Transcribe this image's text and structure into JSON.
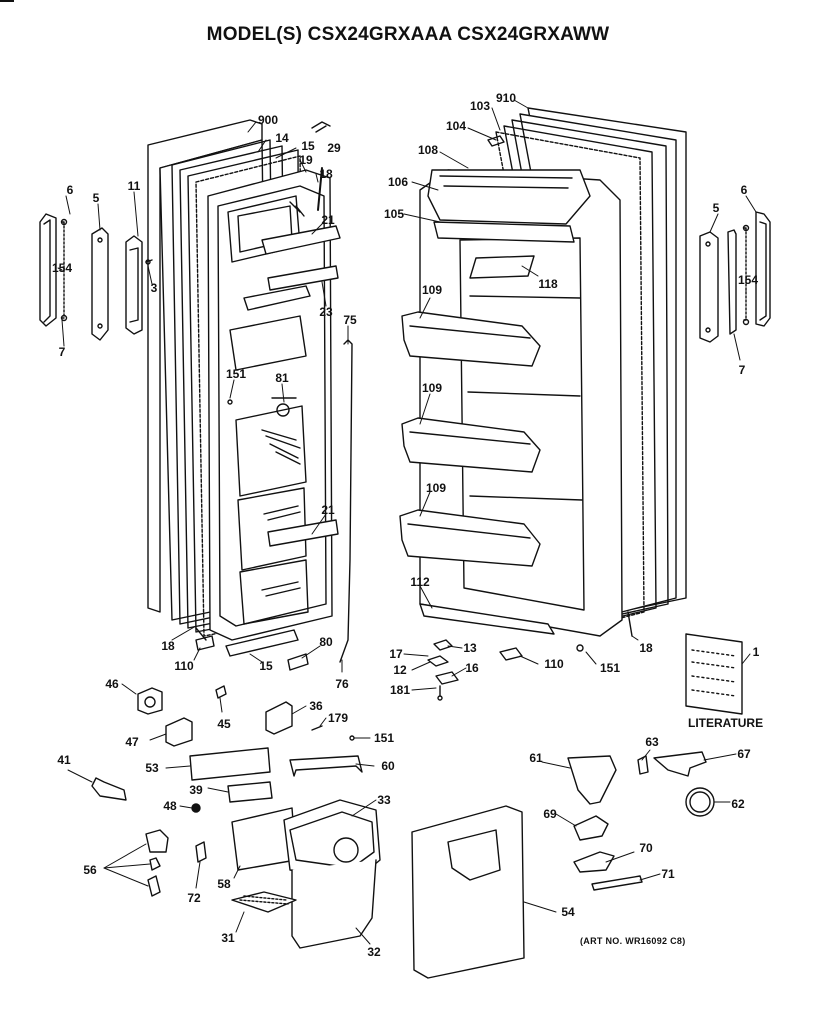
{
  "title": "MODEL(S) CSX24GRXAAA  CSX24GRXAWW",
  "literature_label": "LITERATURE",
  "art_number": "(ART NO. WR16092 C8)",
  "callouts": [
    {
      "id": "c900",
      "text": "900"
    },
    {
      "id": "c14",
      "text": "14"
    },
    {
      "id": "c15a",
      "text": "15"
    },
    {
      "id": "c29",
      "text": "29"
    },
    {
      "id": "c19",
      "text": "19"
    },
    {
      "id": "c18a",
      "text": "18"
    },
    {
      "id": "c6a",
      "text": "6"
    },
    {
      "id": "c5a",
      "text": "5"
    },
    {
      "id": "c11",
      "text": "11"
    },
    {
      "id": "c21a",
      "text": "21"
    },
    {
      "id": "c154a",
      "text": "154"
    },
    {
      "id": "c3",
      "text": "3"
    },
    {
      "id": "c23",
      "text": "23"
    },
    {
      "id": "c7a",
      "text": "7"
    },
    {
      "id": "c75",
      "text": "75"
    },
    {
      "id": "c151a",
      "text": "151"
    },
    {
      "id": "c81",
      "text": "81"
    },
    {
      "id": "c21b",
      "text": "21"
    },
    {
      "id": "c18b",
      "text": "18"
    },
    {
      "id": "c110a",
      "text": "110"
    },
    {
      "id": "c15b",
      "text": "15"
    },
    {
      "id": "c80",
      "text": "80"
    },
    {
      "id": "c76",
      "text": "76"
    },
    {
      "id": "c910",
      "text": "910"
    },
    {
      "id": "c103",
      "text": "103"
    },
    {
      "id": "c104",
      "text": "104"
    },
    {
      "id": "c108",
      "text": "108"
    },
    {
      "id": "c106",
      "text": "106"
    },
    {
      "id": "c105",
      "text": "105"
    },
    {
      "id": "c118",
      "text": "118"
    },
    {
      "id": "c109a",
      "text": "109"
    },
    {
      "id": "c109b",
      "text": "109"
    },
    {
      "id": "c109c",
      "text": "109"
    },
    {
      "id": "c112",
      "text": "112"
    },
    {
      "id": "c13",
      "text": "13"
    },
    {
      "id": "c17",
      "text": "17"
    },
    {
      "id": "c12",
      "text": "12"
    },
    {
      "id": "c16",
      "text": "16"
    },
    {
      "id": "c181",
      "text": "181"
    },
    {
      "id": "c110b",
      "text": "110"
    },
    {
      "id": "c151b",
      "text": "151"
    },
    {
      "id": "c18c",
      "text": "18"
    },
    {
      "id": "c6b",
      "text": "6"
    },
    {
      "id": "c5b",
      "text": "5"
    },
    {
      "id": "c154b",
      "text": "154"
    },
    {
      "id": "c7b",
      "text": "7"
    },
    {
      "id": "c1",
      "text": "1"
    },
    {
      "id": "c46",
      "text": "46"
    },
    {
      "id": "c45",
      "text": "45"
    },
    {
      "id": "c36",
      "text": "36"
    },
    {
      "id": "c179",
      "text": "179"
    },
    {
      "id": "c151c",
      "text": "151"
    },
    {
      "id": "c47",
      "text": "47"
    },
    {
      "id": "c41",
      "text": "41"
    },
    {
      "id": "c53",
      "text": "53"
    },
    {
      "id": "c60",
      "text": "60"
    },
    {
      "id": "c39",
      "text": "39"
    },
    {
      "id": "c48",
      "text": "48"
    },
    {
      "id": "c33",
      "text": "33"
    },
    {
      "id": "c56a",
      "text": "56"
    },
    {
      "id": "c72",
      "text": "72"
    },
    {
      "id": "c58",
      "text": "58"
    },
    {
      "id": "c31",
      "text": "31"
    },
    {
      "id": "c32",
      "text": "32"
    },
    {
      "id": "c54",
      "text": "54"
    },
    {
      "id": "c61",
      "text": "61"
    },
    {
      "id": "c63",
      "text": "63"
    },
    {
      "id": "c67",
      "text": "67"
    },
    {
      "id": "c62",
      "text": "62"
    },
    {
      "id": "c69",
      "text": "69"
    },
    {
      "id": "c70",
      "text": "70"
    },
    {
      "id": "c71",
      "text": "71"
    }
  ]
}
